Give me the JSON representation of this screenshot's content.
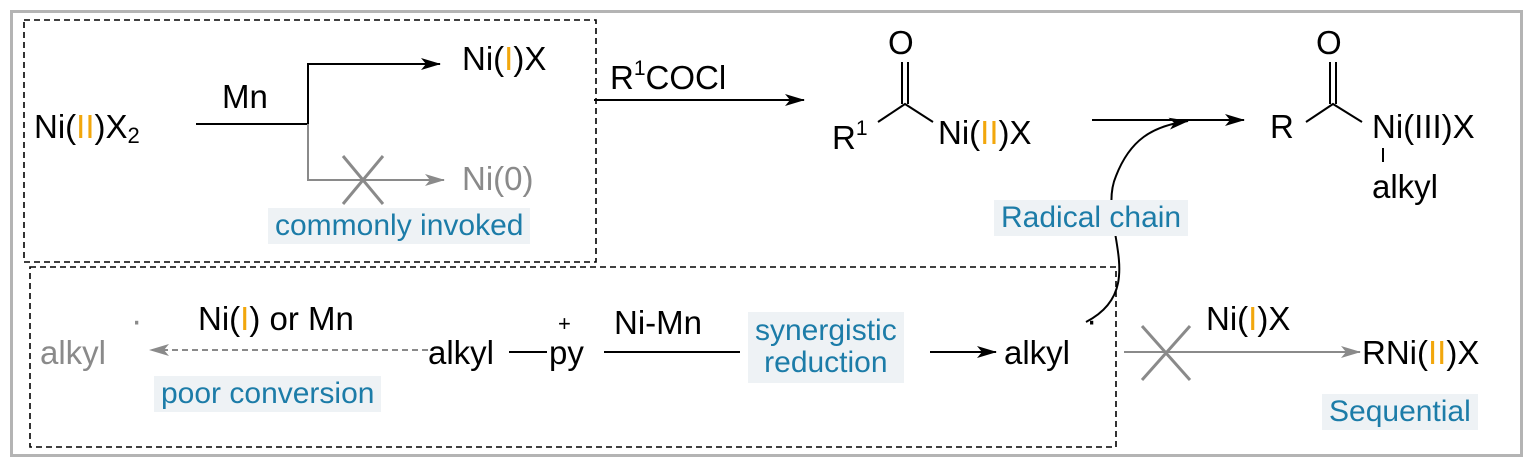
{
  "labels": {
    "ni2x2_pre": "Ni(",
    "ni2x2_ox": "II",
    "ni2x2_post": ")X",
    "ni2x2_sub": "2",
    "mn": "Mn",
    "ni1x_pre": "Ni(",
    "ni1x_ox": "I",
    "ni1x_post": ")X",
    "ni0": "Ni(0)",
    "r1cocl_r": "R",
    "r1cocl_sup": "1",
    "r1cocl_rest": "COCl",
    "o1": "O",
    "r1_r": "R",
    "r1_sup": "1",
    "acylni_pre": "Ni(",
    "acylni_ox": "II",
    "acylni_post": ")X",
    "o2": "O",
    "r2": "R",
    "ni3x": "Ni(III)X",
    "alkyl_top": "alkyl",
    "ni_or_mn_pre": "Ni(",
    "ni_or_mn_ox": "I",
    "ni_or_mn_post": ") or Mn",
    "alkyl_gray": "alkyl",
    "alkyl_py": "alkyl",
    "py": "py",
    "plus": "+",
    "nimn": "Ni-Mn",
    "alkyl_radical": "alkyl",
    "sq_ni_pre": "Ni(",
    "sq_ni_ox": "I",
    "sq_ni_post": ")X",
    "rni_pre": "RNi(",
    "rni_ox": "II",
    "rni_post": ")X"
  },
  "chips": {
    "commonly_invoked": "commonly invoked",
    "radical_chain": "Radical chain",
    "poor_conversion": "poor conversion",
    "synergistic_l1": "synergistic",
    "synergistic_l2": "reduction",
    "sequential": "Sequential"
  },
  "colors": {
    "oxidation_state": "#f2a70c",
    "chip_text": "#1c7ca8",
    "chip_bg": "#eef2f5",
    "disabled": "#8a8a8a",
    "frame": "#b4b4b4"
  }
}
